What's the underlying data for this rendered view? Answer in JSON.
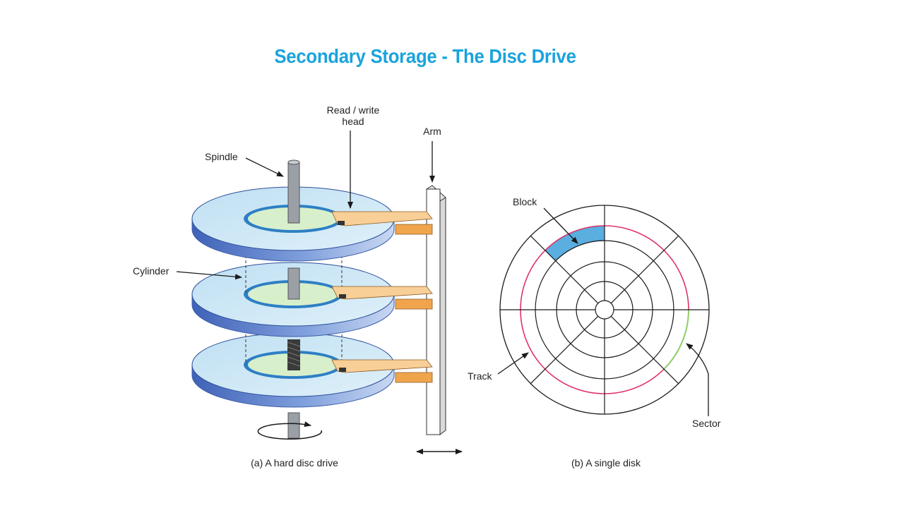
{
  "title": "Secondary Storage - The Disc Drive",
  "colors": {
    "title": "#1aa3dd",
    "platter_top": "#cfe8f5",
    "platter_edge": "#5b7fc8",
    "inner_ring": "#2d7fc4",
    "hub": "#d8efcc",
    "arm": "#f8cf97",
    "arm_shadow": "#f0a54d",
    "block": "#5aaee0",
    "track": "#e0336b",
    "sector": "#8fd06b",
    "line": "#1a1a1a"
  },
  "labels": {
    "read_write_line1": "Read / write",
    "read_write_line2": "head",
    "arm": "Arm",
    "spindle": "Spindle",
    "cylinder": "Cylinder",
    "block": "Block",
    "track": "Track",
    "sector": "Sector"
  },
  "captions": {
    "left": "(a) A hard disc drive",
    "right": "(b) A single disk"
  }
}
